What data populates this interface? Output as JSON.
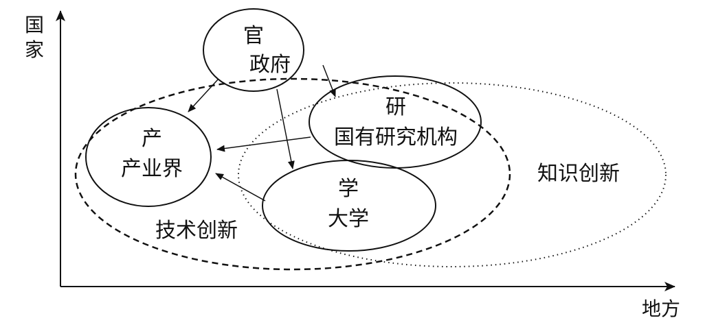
{
  "axes": {
    "y_label_line1": "国",
    "y_label_line2": "家",
    "x_label": "地方"
  },
  "nodes": {
    "government": {
      "title": "官",
      "subtitle": "政府"
    },
    "industry": {
      "title": "产",
      "subtitle": "产业界"
    },
    "research": {
      "title": "研",
      "subtitle": "国有研究机构"
    },
    "university": {
      "title": "学",
      "subtitle": "大学"
    }
  },
  "regions": {
    "technology_innovation": "技术创新",
    "knowledge_innovation": "知识创新"
  },
  "colors": {
    "stroke": "#111111",
    "background": "#ffffff"
  }
}
